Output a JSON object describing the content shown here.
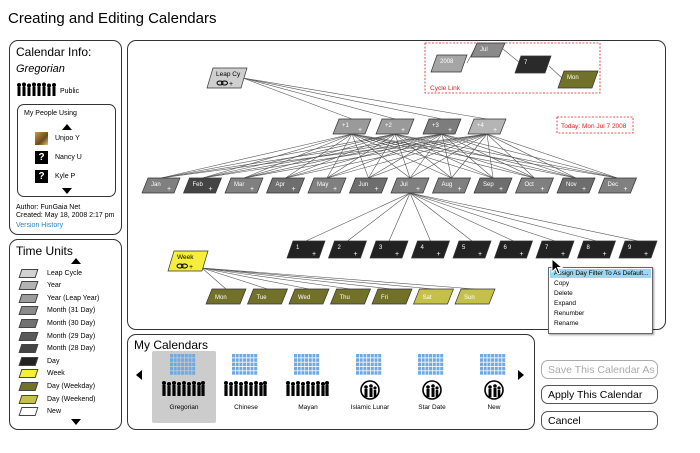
{
  "page": {
    "title": "Creating and Editing Calendars"
  },
  "calendar_info": {
    "heading": "Calendar Info:",
    "name": "Gregorian",
    "visibility": "Public",
    "people_heading": "My People Using",
    "people": [
      {
        "name": "Unjoo Y",
        "avatar": "photo"
      },
      {
        "name": "Nancy U",
        "avatar": "?"
      },
      {
        "name": "Kyle P",
        "avatar": "?"
      }
    ],
    "author": "Author: FunGaia Net",
    "created": "Created: May 18, 2008 2:17 pm",
    "version_history": "Version History"
  },
  "time_units": {
    "heading": "Time Units",
    "items": [
      {
        "label": "Leap Cycle",
        "color": "#d2d2d2"
      },
      {
        "label": "Year",
        "color": "#b3b3b3"
      },
      {
        "label": "Year (Leap Year)",
        "color": "#9c9c9c"
      },
      {
        "label": "Month (31 Day)",
        "color": "#8a8a8a"
      },
      {
        "label": "Month (30 Day)",
        "color": "#727272"
      },
      {
        "label": "Month (29 Day)",
        "color": "#5a5a5a"
      },
      {
        "label": "Month (28 Day)",
        "color": "#444444"
      },
      {
        "label": "Day",
        "color": "#222222"
      },
      {
        "label": "Week",
        "color": "#f5ee3c"
      },
      {
        "label": "Day (Weekday)",
        "color": "#72712a"
      },
      {
        "label": "Day (Weekend)",
        "color": "#c5c04a"
      },
      {
        "label": "New",
        "color": "#ffffff"
      }
    ]
  },
  "diagram": {
    "leap_cycle": {
      "label": "Leap Cy",
      "color": "#cfcfcf"
    },
    "years": [
      {
        "label": "+1",
        "color": "#9a9a9a"
      },
      {
        "label": "+2",
        "color": "#9a9a9a"
      },
      {
        "label": "+3",
        "color": "#7d7d7d"
      },
      {
        "label": "+4",
        "color": "#b5b5b5"
      }
    ],
    "months": [
      {
        "label": "Jan",
        "color": "#808080"
      },
      {
        "label": "Feb",
        "color": "#444444"
      },
      {
        "label": "Mar",
        "color": "#808080"
      },
      {
        "label": "Apr",
        "color": "#6e6e6e"
      },
      {
        "label": "May",
        "color": "#808080"
      },
      {
        "label": "Jun",
        "color": "#6e6e6e"
      },
      {
        "label": "Jul",
        "color": "#808080"
      },
      {
        "label": "Aug",
        "color": "#808080"
      },
      {
        "label": "Sep",
        "color": "#6e6e6e"
      },
      {
        "label": "Oct",
        "color": "#808080"
      },
      {
        "label": "Nov",
        "color": "#6e6e6e"
      },
      {
        "label": "Dec",
        "color": "#808080"
      }
    ],
    "days": [
      "1",
      "2",
      "3",
      "4",
      "5",
      "6",
      "7",
      "8",
      "9"
    ],
    "week": {
      "label": "Week",
      "color": "#f5ee3c"
    },
    "weekdays": [
      {
        "label": "Mon",
        "color": "#72712a"
      },
      {
        "label": "Tue",
        "color": "#72712a"
      },
      {
        "label": "Wed",
        "color": "#72712a"
      },
      {
        "label": "Thu",
        "color": "#72712a"
      },
      {
        "label": "Fri",
        "color": "#72712a"
      },
      {
        "label": "Sat",
        "color": "#c5c04a"
      },
      {
        "label": "Sun",
        "color": "#c5c04a"
      }
    ],
    "cycle_link": {
      "label": "Cycle Link",
      "nodes": [
        {
          "label": "2008",
          "color": "#a5a5a5"
        },
        {
          "label": "Jul",
          "color": "#8a8a8a"
        },
        {
          "label": "7",
          "color": "#2a2a2a"
        },
        {
          "label": "Mon",
          "color": "#72712a"
        }
      ]
    },
    "today": "Today: Mon Jul 7 2008",
    "plus_sign": "+"
  },
  "context_menu": {
    "items": [
      "Assign Day Filter To As Default...",
      "Copy",
      "Delete",
      "Expand",
      "Renumber",
      "Rename"
    ]
  },
  "my_calendars": {
    "heading": "My Calendars",
    "items": [
      {
        "label": "Gregorian",
        "selected": true
      },
      {
        "label": "Chinese",
        "selected": false
      },
      {
        "label": "Mayan",
        "selected": false
      },
      {
        "label": "Islamic Lunar",
        "selected": false
      },
      {
        "label": "Star Date",
        "selected": false
      },
      {
        "label": "New",
        "selected": false
      }
    ]
  },
  "buttons": {
    "save_as": "Save This Calendar As",
    "apply": "Apply This Calendar",
    "cancel": "Cancel"
  },
  "colors": {
    "link": "#2a84c6",
    "alert_red": "#d22222",
    "menu_highlight": "#9ad7f2"
  }
}
